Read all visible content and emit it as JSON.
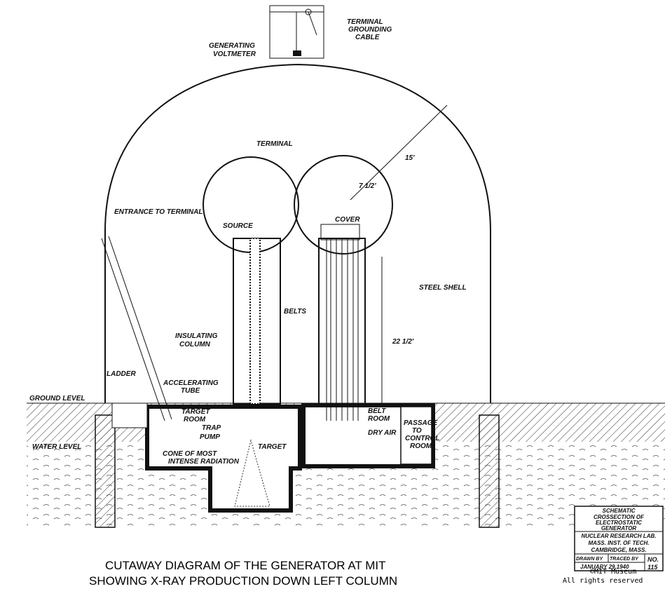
{
  "labels": {
    "terminal_grounding_cable": [
      "TERMINAL",
      "GROUNDING",
      "CABLE"
    ],
    "generating_voltmeter": [
      "GENERATING",
      "VOLTMETER"
    ],
    "terminal": "TERMINAL",
    "dim_15": "15'",
    "dim_7_5": "7 1/2'",
    "entrance": "ENTRANCE TO TERMINAL",
    "source": "SOURCE",
    "cover": "COVER",
    "steel_shell": "STEEL SHELL",
    "belts": "BELTS",
    "dim_22_5": "22 1/2'",
    "insulating_column": [
      "INSULATING",
      "COLUMN"
    ],
    "ladder": "LADDER",
    "accelerating_tube": [
      "ACCELERATING",
      "TUBE"
    ],
    "ground_level": "GROUND LEVEL",
    "target_room": [
      "TARGET",
      "ROOM"
    ],
    "trap": "TRAP",
    "pump": "PUMP",
    "target": "TARGET",
    "water_level": "WATER LEVEL",
    "cone": [
      "CONE OF MOST",
      "INTENSE RADIATION"
    ],
    "belt_room": [
      "BELT",
      "ROOM"
    ],
    "dry_air": "DRY AIR",
    "passage": [
      "PASSAGE",
      "TO",
      "CONTROL",
      "ROOM"
    ]
  },
  "title_block": {
    "title": [
      "SCHEMATIC",
      "CROSSECTION OF",
      "ELECTROSTATIC",
      "GENERATOR"
    ],
    "org": [
      "NUCLEAR RESEARCH LAB.",
      "MASS. INST. OF TECH.",
      "CAMBRIDGE, MASS."
    ],
    "drawn_by": "DRAWN BY",
    "traced_by": "TRACED BY",
    "no_label": "NO.",
    "no_value": "115",
    "date": "JANUARY 29,1940"
  },
  "caption": [
    "CUTAWAY DIAGRAM OF THE GENERATOR AT MIT",
    "SHOWING X-RAY PRODUCTION DOWN LEFT COLUMN"
  ],
  "copyright": [
    "©MIT Museum",
    "All rights reserved"
  ]
}
